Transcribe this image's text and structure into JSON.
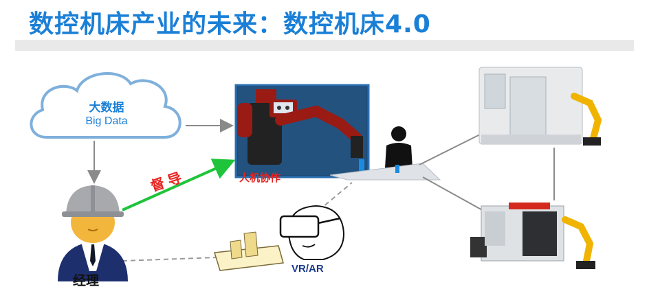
{
  "title": "数控机床产业的未来：数控机床4.0",
  "cloud": {
    "label_cn": "大数据",
    "label_en": "Big Data"
  },
  "labels": {
    "supervise": "督导",
    "collaboration": "人机协作",
    "manager": "经理",
    "vr_ar": "VR/AR"
  },
  "colors": {
    "title": "#1a7fd6",
    "accent_red": "#e8231e",
    "arrow_green": "#1fc43a",
    "cloud_outline": "#7fb0dc",
    "helmet": "#a7a9ac",
    "robot_red": "#9a1a14",
    "robot_arm_yellow": "#f0b400"
  }
}
